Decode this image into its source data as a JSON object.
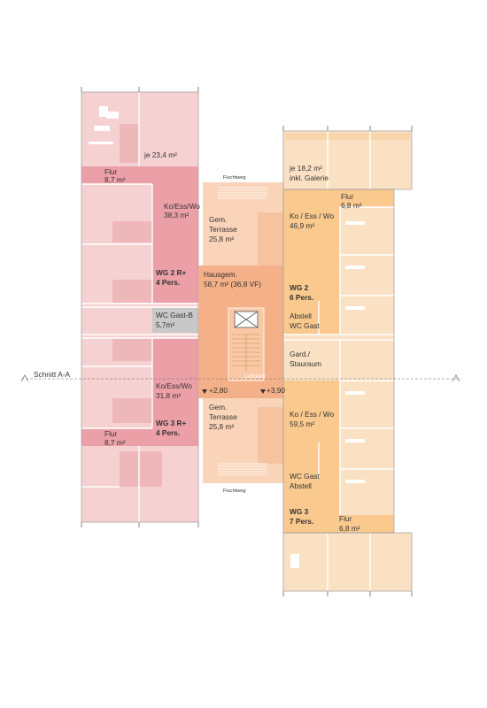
{
  "labels": {
    "room_left_top": "je 23,4 m²",
    "flur_left_top_name": "Flur",
    "flur_left_top_area": "8,7 m²",
    "kew_wg2r_name": "Ko/Ess/Wo",
    "kew_wg2r_area": "38,3 m²",
    "wg2r_name": "WG 2 R+",
    "wg2r_pers": "4 Pers.",
    "wc_gast_b_name": "WC Gast-B",
    "wc_gast_b_area": "5,7m²",
    "kew_wg3r_name": "Ko/Ess/Wo",
    "kew_wg3r_area": "31,8 m²",
    "wg3r_name": "WG 3 R+",
    "wg3r_pers": "4 Pers.",
    "flur_left_bottom_name": "Flur",
    "flur_left_bottom_area": "8,7 m²",
    "fluchtweg_top": "Fluchtweg",
    "terrasse_top_l1": "Gem.",
    "terrasse_top_l2": "Terrasse",
    "terrasse_top_l3": "25,8 m²",
    "hausgem_l1": "Hausgem.",
    "hausgem_l2": "58,7 m² (36,8 VF)",
    "luftraum": "Luftraum",
    "level_left": "+2,80",
    "level_right": "+3,90",
    "terrasse_bot_l1": "Gem.",
    "terrasse_bot_l2": "Terrasse",
    "terrasse_bot_l3": "25,8 m²",
    "fluchtweg_bottom": "Fluchtweg",
    "room_right_top_l1": "je 18,2 m²",
    "room_right_top_l2": "inkl. Galerie",
    "flur_right_top_name": "Flur",
    "flur_right_top_area": "6,8 m²",
    "kew_wg2_name": "Ko / Ess / Wo",
    "kew_wg2_area": "46,9 m²",
    "wg2_name": "WG 2",
    "wg2_pers": "6 Pers.",
    "abstell_wc_l1": "Abstell",
    "abstell_wc_l2": "WC Gast",
    "gard_l1": "Gard./",
    "gard_l2": "Stauraum",
    "kew_wg3_name": "Ko / Ess / Wo",
    "kew_wg3_area": "59,5 m²",
    "wc_abstell_l1": "WC Gast",
    "wc_abstell_l2": "Abstell",
    "wg3_name": "WG 3",
    "wg3_pers": "7 Pers.",
    "flur_right_bottom_name": "Flur",
    "flur_right_bottom_area": "6,8 m²",
    "section_label": "Schnitt A-A"
  },
  "colors": {
    "left_room": "#f6d1d1",
    "left_room_inner": "#eeb8bb",
    "left_corridor": "#eba0a8",
    "center_terrace": "#f9d4b9",
    "center_hall": "#f4b088",
    "right_room": "#fbe1c4",
    "right_corridor": "#f9c98e",
    "wc_grey": "#c8c8c8"
  }
}
